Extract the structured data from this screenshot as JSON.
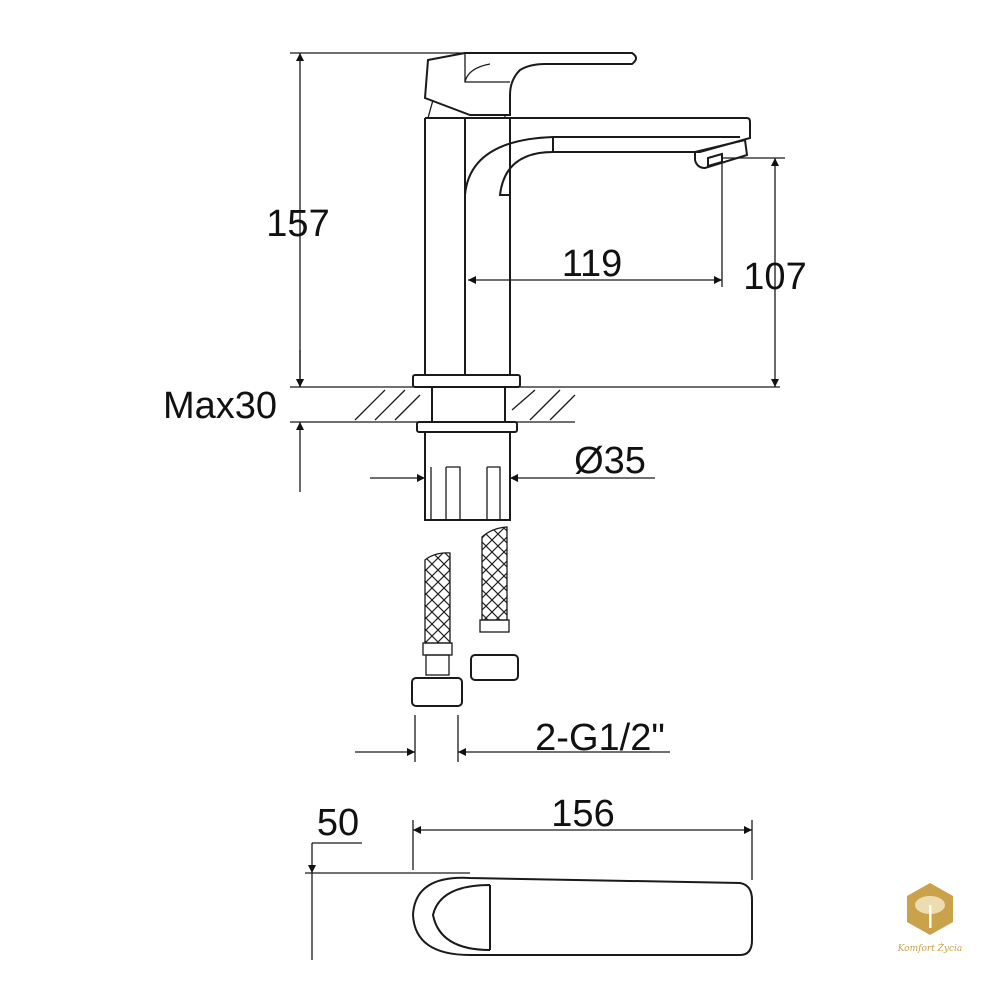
{
  "dimensions": {
    "height_total": "157",
    "spout_reach": "119",
    "spout_height": "107",
    "max_counter": "Max30",
    "hole_diameter": "Ø35",
    "connection": "2-G1/2\"",
    "handle_width": "50",
    "top_length": "156"
  },
  "logo": {
    "text": "Komfort Życia",
    "color": "#c9a24a"
  },
  "colors": {
    "line": "#1a1a1a"
  }
}
